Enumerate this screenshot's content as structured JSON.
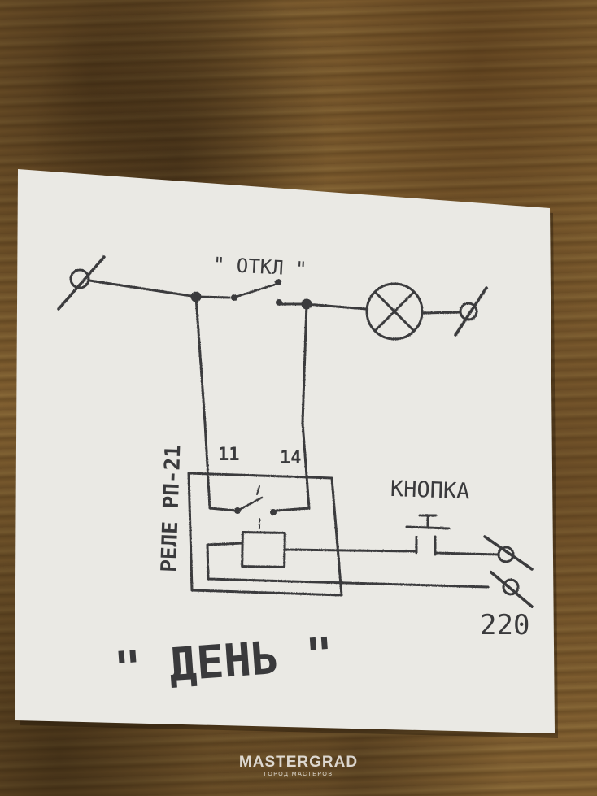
{
  "diagram": {
    "labels": {
      "switch_label": "\" ОТКЛ \"",
      "relay_label": "РЕЛЕ РП-21",
      "terminal_11": "11",
      "terminal_14": "14",
      "button_label": "КНОПКА",
      "voltage": "220",
      "mode_label": "\" ДЕНЬ \""
    }
  },
  "watermark": {
    "brand": "MASTERGRAD",
    "tagline": "ГОРОД МАСТЕРОВ"
  },
  "colors": {
    "pencil": "#3a3a3c",
    "paper": "#eae9e4"
  }
}
